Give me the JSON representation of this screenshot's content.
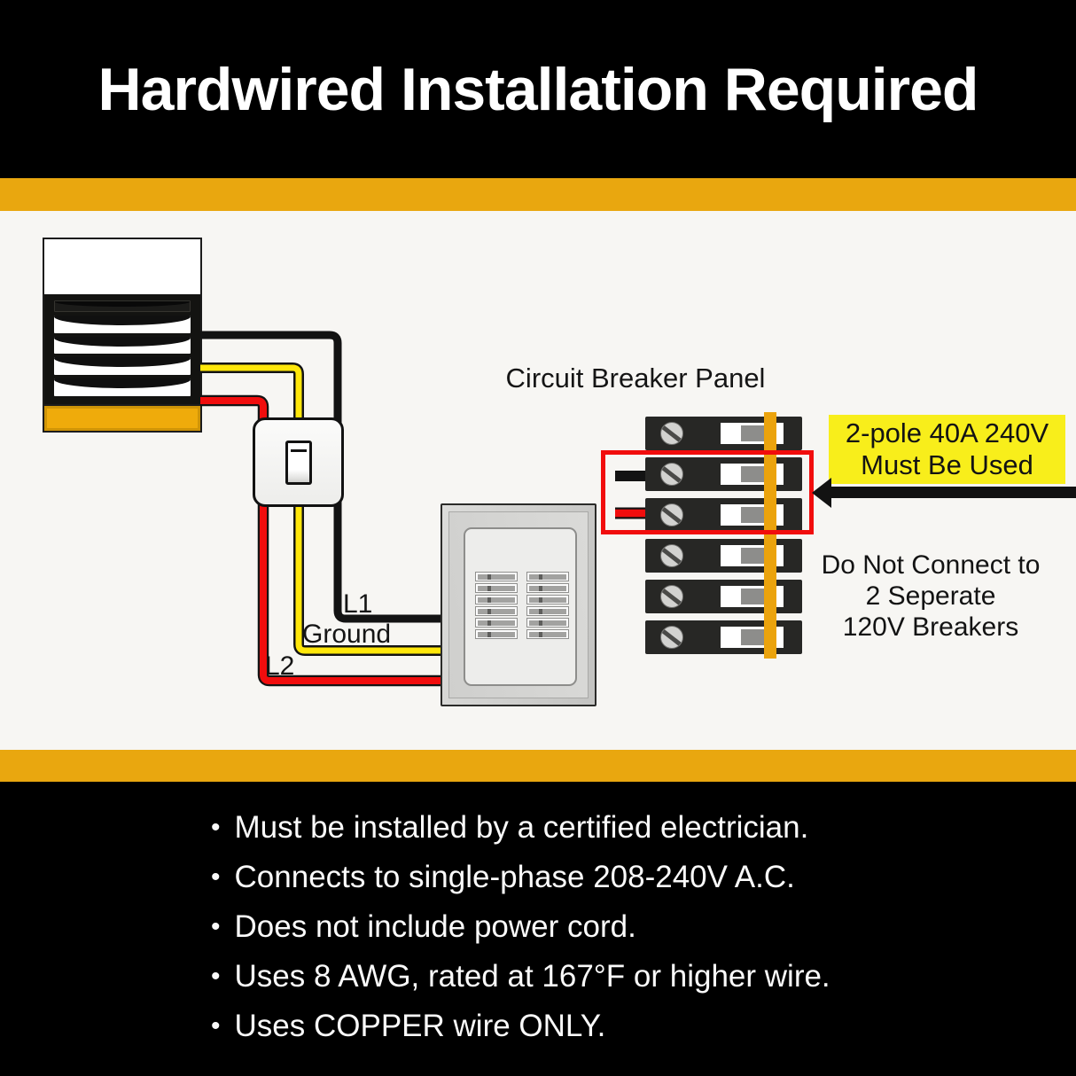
{
  "header": {
    "title": "Hardwired Installation Required"
  },
  "diagram": {
    "panel_label": "Circuit Breaker Panel",
    "wire_labels": {
      "l1": "L1",
      "ground": "Ground",
      "l2": "L2"
    },
    "callout": {
      "line1": "2-pole 40A 240V",
      "line2": "Must Be Used"
    },
    "warning": {
      "line1": "Do Not Connect to",
      "line2": "2 Seperate",
      "line3": "120V Breakers"
    }
  },
  "footer": {
    "bullets": [
      "Must be installed by a certified electrician.",
      "Connects to single-phase 208-240V A.C.",
      "Does not include power cord.",
      "Uses 8 AWG, rated at 167°F or higher wire.",
      "Uses COPPER wire ONLY."
    ]
  },
  "colors": {
    "gold": "#E9A70F",
    "highlight_yellow": "#F8EE1B",
    "wire_red": "#F10D0D",
    "wire_yellow": "#FFE70A",
    "breaker_orange": "#EBA30D",
    "diagram_bg": "#F7F6F3",
    "banner_black": "#000000",
    "text_white": "#FAFAFA",
    "ink": "#111111"
  }
}
